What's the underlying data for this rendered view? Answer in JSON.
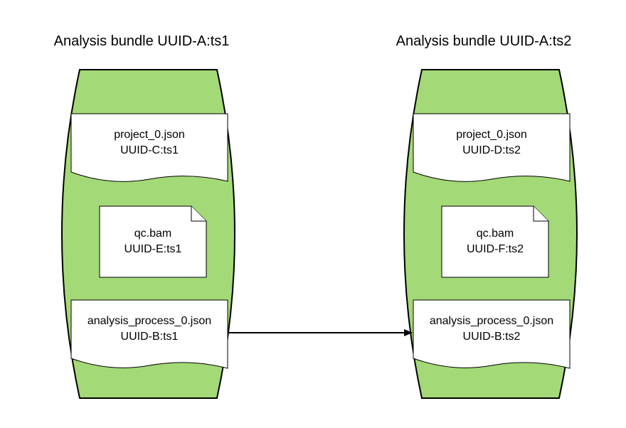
{
  "colors": {
    "bundle_fill": "#a3d977",
    "outline": "#000000",
    "document_fill": "#ffffff"
  },
  "bundles": [
    {
      "title": "Analysis bundle UUID-A:ts1",
      "documents": [
        {
          "line1": "project_0.json",
          "line2": "UUID-C:ts1"
        },
        {
          "line1": "qc.bam",
          "line2": "UUID-E:ts1"
        },
        {
          "line1": "analysis_process_0.json",
          "line2": "UUID-B:ts1"
        }
      ]
    },
    {
      "title": "Analysis bundle UUID-A:ts2",
      "documents": [
        {
          "line1": "project_0.json",
          "line2": "UUID-D:ts2"
        },
        {
          "line1": "qc.bam",
          "line2": "UUID-F:ts2"
        },
        {
          "line1": "analysis_process_0.json",
          "line2": "UUID-B:ts2"
        }
      ]
    }
  ]
}
